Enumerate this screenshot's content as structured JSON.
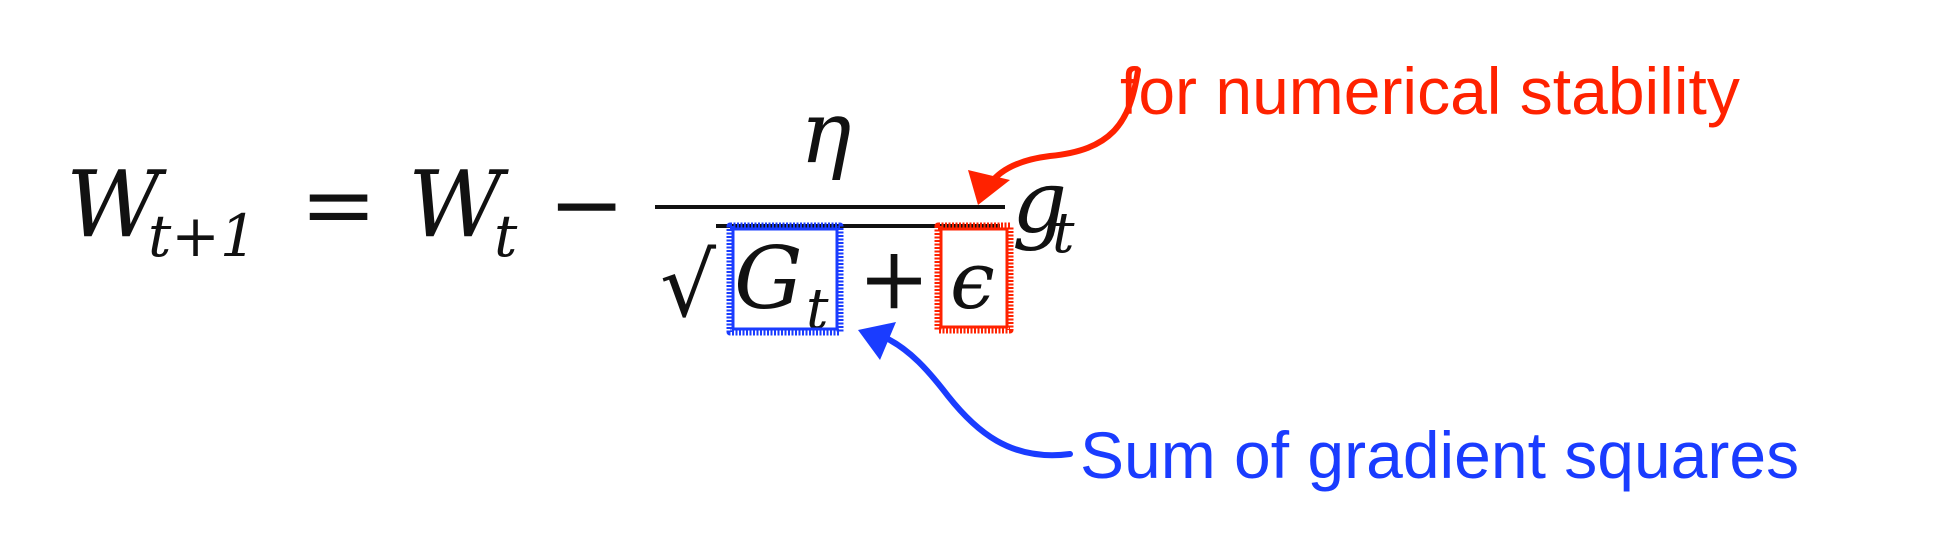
{
  "equation": {
    "lhs_var": "W",
    "lhs_sub": "t+1",
    "equals": "=",
    "rhs_var": "W",
    "rhs_sub": "t",
    "minus": "−",
    "numerator": "η",
    "sqrt_sign": "√",
    "denom_var": "G",
    "denom_sub": "t",
    "plus": "+",
    "epsilon": "ϵ",
    "tail_var": "g",
    "tail_sub": "t"
  },
  "annotations": {
    "epsilon_note": {
      "text": "for numerical stability",
      "color": "#ff2200"
    },
    "gradient_note": {
      "text": "Sum of gradient squares",
      "color": "#1a3cff"
    }
  }
}
